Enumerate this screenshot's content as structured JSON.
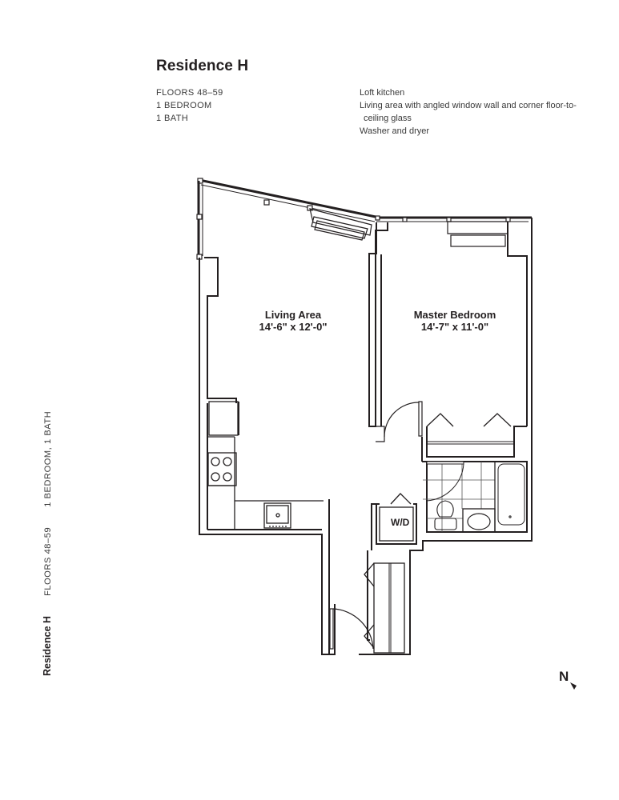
{
  "header": {
    "title": "Residence H",
    "specs": [
      "FLOORS 48–59",
      "1 BEDROOM",
      "1 BATH"
    ],
    "features": {
      "f1": "Loft kitchen",
      "f2": "Living area with angled window wall and corner floor-to-",
      "f2_cont": "ceiling glass",
      "f3": "Washer and dryer"
    }
  },
  "sidebar": {
    "title": "Residence H",
    "floors": "FLOORS 48–59",
    "beds_baths": "1 BEDROOM, 1 BATH"
  },
  "rooms": {
    "living": {
      "name": "Living Area",
      "size": "14'-6\" x 12'-0\""
    },
    "bedroom": {
      "name": "Master Bedroom",
      "size": "14'-7\" x 11'-0\""
    },
    "laundry": {
      "label": "W/D"
    }
  },
  "compass": {
    "label": "N",
    "icon": "north-arrow-icon"
  },
  "colors": {
    "ink": "#231f20",
    "line": "#3a3a3a",
    "background": "#ffffff"
  }
}
